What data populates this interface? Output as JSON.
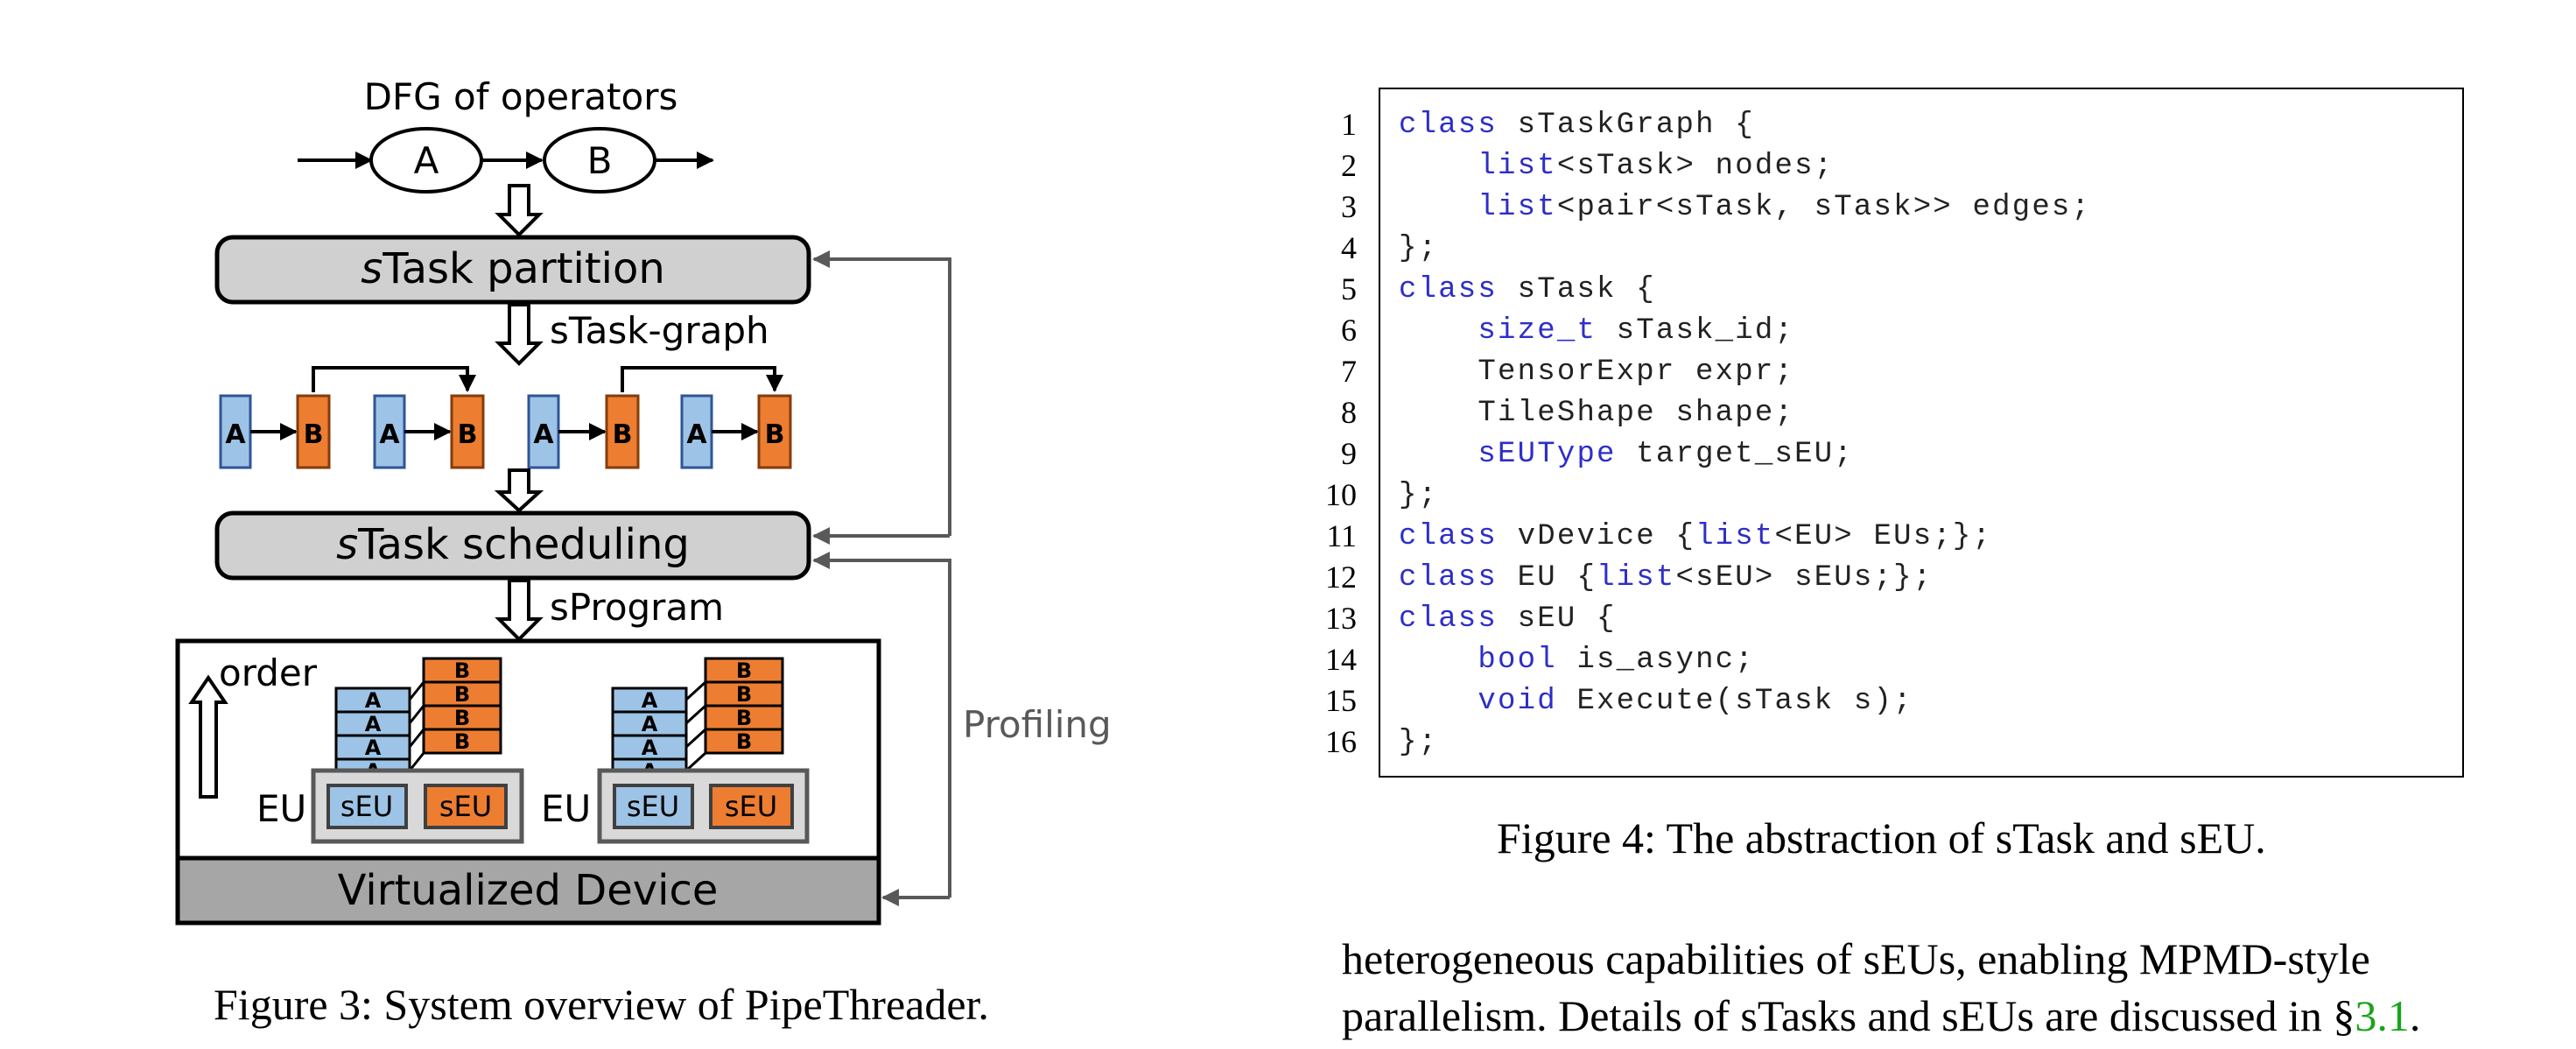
{
  "figure3": {
    "dfg_title": "DFG of operators",
    "op_a": "A",
    "op_b": "B",
    "partition_label_italic": "s",
    "partition_label_rest": "Task partition",
    "stask_graph_label": "sTask-graph",
    "task_a": "A",
    "task_b": "B",
    "scheduling_label_italic": "s",
    "scheduling_label_rest": "Task scheduling",
    "sprogram_label": "sProgram",
    "order_label": "order",
    "eu_label": "EU",
    "seu_label": "sEU",
    "profiling_label": "Profiling",
    "device_label": "Virtualized Device",
    "caption": "Figure 3: System overview of PipeThreader.",
    "colors": {
      "blue": "#9dc3e6",
      "orange": "#ed7d31",
      "gray_box": "#d0d0d0",
      "device_bar": "#a6a6a6",
      "feedback": "#595959"
    }
  },
  "figure4": {
    "line_numbers": [
      "1",
      "2",
      "3",
      "4",
      "5",
      "6",
      "7",
      "8",
      "9",
      "10",
      "11",
      "12",
      "13",
      "14",
      "15",
      "16"
    ],
    "code": {
      "l1_kw": "class",
      "l1_rest": " sTaskGraph {",
      "l2_kw": "list",
      "l2_rest": "<sTask> nodes;",
      "l3_kw": "list",
      "l3_rest": "<pair<sTask, sTask>> edges;",
      "l4": "};",
      "l5_kw": "class",
      "l5_rest": " sTask {",
      "l6_kw": "size_t",
      "l6_rest": " sTask_id;",
      "l7": "TensorExpr expr;",
      "l8": "TileShape shape;",
      "l9_kw": "sEUType",
      "l9_rest": " target_sEU;",
      "l10": "};",
      "l11_kw": "class",
      "l11_mid": " vDevice {",
      "l11_kw2": "list",
      "l11_rest": "<EU> EUs;};",
      "l12_kw": "class",
      "l12_mid": " EU {",
      "l12_kw2": "list",
      "l12_rest": "<sEU> sEUs;};",
      "l13_kw": "class",
      "l13_rest": " sEU {",
      "l14_kw": "bool",
      "l14_rest": " is_async;",
      "l15_kw": "void",
      "l15_rest": " Execute(sTask s);",
      "l16": "};"
    },
    "caption": "Figure 4: The abstraction of sTask and sEU.",
    "keyword_color": "#2e2ec8"
  },
  "body_text": {
    "line1": "heterogeneous capabilities of sEUs, enabling MPMD-style",
    "line2_pre": "parallelism. Details of sTasks and sEUs are discussed in §",
    "line2_ref": "3.1",
    "line2_post": ".",
    "ref_color": "#1aa31a"
  }
}
